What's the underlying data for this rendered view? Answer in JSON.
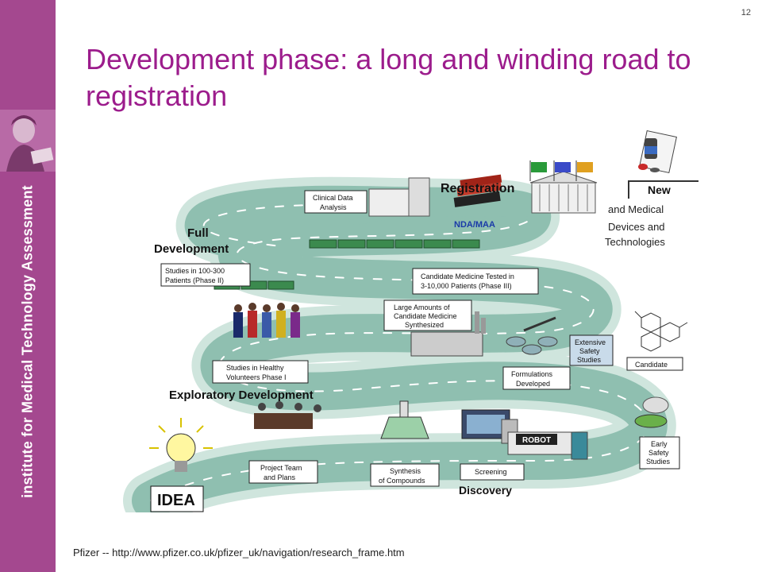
{
  "slide": {
    "number": "12",
    "title": "Development phase: a long and winding road to registration",
    "source": "Pfizer -- http://www.pfizer.co.uk/pfizer_uk/navigation/research_frame.htm"
  },
  "sidebar": {
    "label": "institute for Medical Technology Assessment"
  },
  "diagram": {
    "stages": {
      "registration": "Registration",
      "full_development_line1": "Full",
      "full_development_line2": "Development",
      "exploratory_development": "Exploratory Development",
      "discovery": "Discovery",
      "idea": "IDEA"
    },
    "boxes": {
      "clinical_data_1": "Clinical Data",
      "clinical_data_2": "Analysis",
      "phase2_1": "Studies in 100-300",
      "phase2_2": "Patients (Phase II)",
      "phase3_1": "Candidate Medicine Tested in",
      "phase3_2": "3-10,000 Patients (Phase III)",
      "large_1": "Large Amounts of",
      "large_2": "Candidate Medicine",
      "large_3": "Synthesized",
      "extensive_1": "Extensive",
      "extensive_2": "Safety",
      "extensive_3": "Studies",
      "candidate": "Candidate",
      "volunteers_1": "Studies in Healthy",
      "volunteers_2": "Volunteers Phase I",
      "formulations_1": "Formulations",
      "formulations_2": "Developed",
      "early_1": "Early",
      "early_2": "Safety",
      "early_3": "Studies",
      "project_1": "Project Team",
      "project_2": "and Plans",
      "synthesis_1": "Synthesis",
      "synthesis_2": "of Compounds",
      "screening": "Screening"
    },
    "labels": {
      "nda_maa": "NDA/MAA",
      "robot": "ROBOT",
      "new": "New",
      "new_line1": "and Medical",
      "new_line2": "Devices and",
      "new_line3": "Technologies"
    }
  }
}
